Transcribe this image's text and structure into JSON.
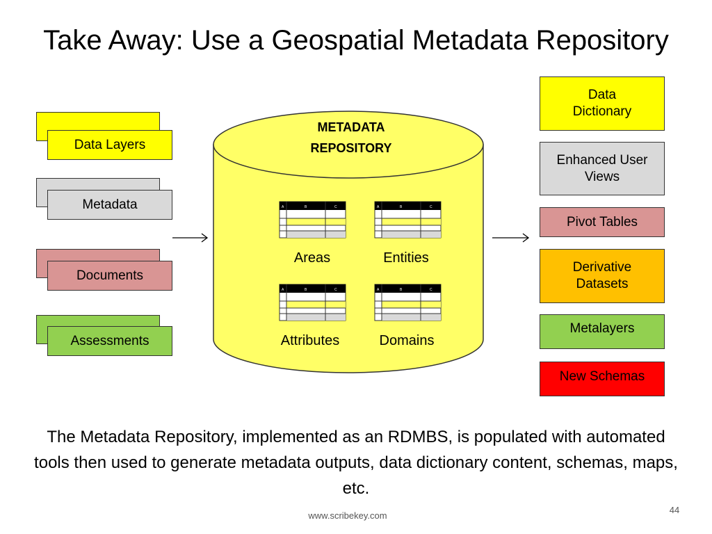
{
  "title": "Take Away: Use a Geospatial Metadata Repository",
  "repository": {
    "line1": "METADATA",
    "line2": "REPOSITORY"
  },
  "tables": {
    "areas": "Areas",
    "entities": "Entities",
    "attributes": "Attributes",
    "domains": "Domains"
  },
  "table_header_letters": [
    "A",
    "B",
    "C"
  ],
  "inputs": [
    {
      "label": "Data Layers",
      "color": "#ffff00"
    },
    {
      "label": "Metadata",
      "color": "#d9d9d9"
    },
    {
      "label": "Documents",
      "color": "#d99594"
    },
    {
      "label": "Assessments",
      "color": "#92d050"
    }
  ],
  "outputs": [
    {
      "label": "Data Dictionary",
      "color": "#ffff00"
    },
    {
      "label": "Enhanced User Views",
      "color": "#d9d9d9"
    },
    {
      "label": "Pivot Tables",
      "color": "#d99594"
    },
    {
      "label": "Derivative Datasets",
      "color": "#ffc000"
    },
    {
      "label": "Metalayers",
      "color": "#92d050"
    },
    {
      "label": "New Schemas",
      "color": "#ff0000"
    }
  ],
  "colors": {
    "repository_fill": "#ffff66"
  },
  "caption": "The Metadata Repository, implemented as an RDMBS, is populated with automated tools then used to generate metadata outputs, data dictionary content, schemas, maps, etc.",
  "footer": "www.scribekey.com",
  "page_number": "44"
}
